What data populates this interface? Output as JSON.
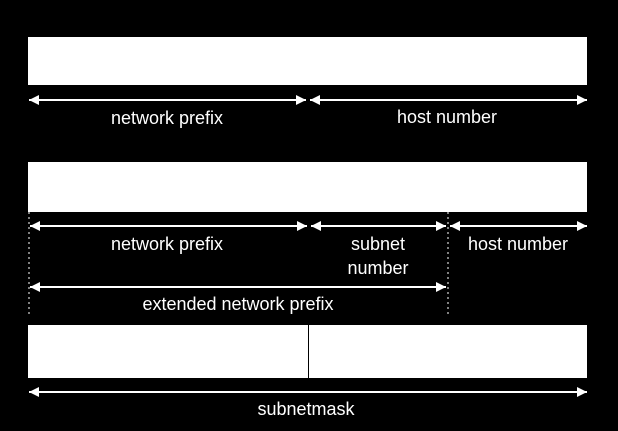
{
  "colors": {
    "background": "#000000",
    "bar_fill": "#ffffff",
    "line": "#ffffff",
    "divider": "#000000"
  },
  "row1": {
    "network_prefix": "network prefix",
    "host_number": "host number"
  },
  "row2": {
    "network_prefix": "network prefix",
    "subnet_number_line1": "subnet",
    "subnet_number_line2": "number",
    "host_number": "host number",
    "extended_network_prefix": "extended network prefix"
  },
  "row3": {
    "subnetmask": "subnetmask"
  }
}
